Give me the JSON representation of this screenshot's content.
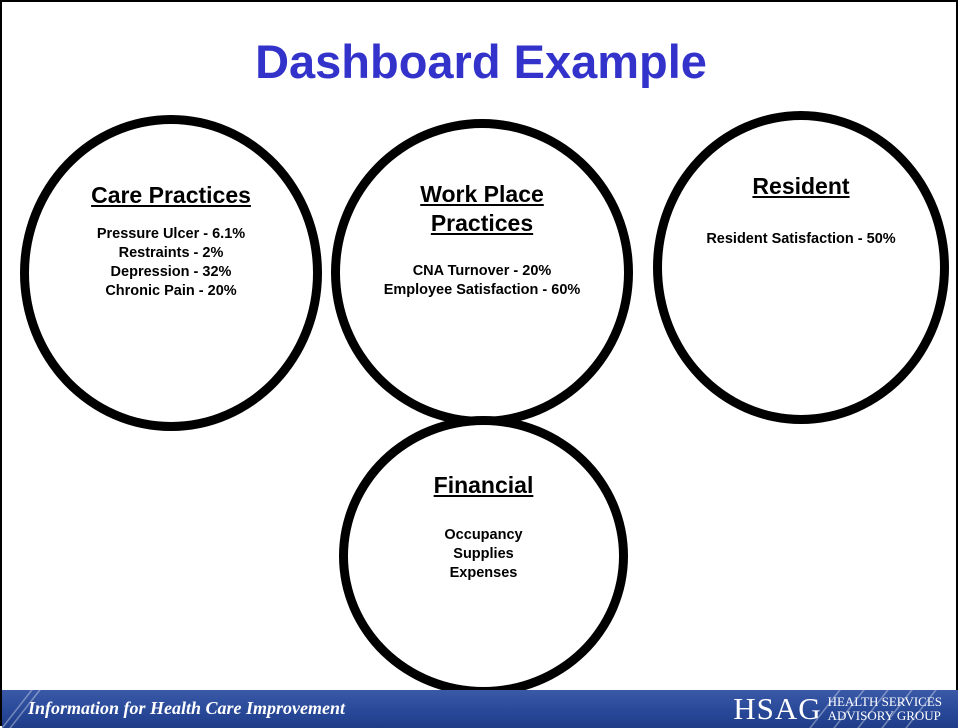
{
  "slide": {
    "title": "Dashboard Example",
    "circles": [
      {
        "heading": "Care Practices",
        "lines": [
          "Pressure Ulcer - 6.1%",
          "Restraints - 2%",
          "Depression - 32%",
          "Chronic Pain - 20%"
        ]
      },
      {
        "heading_line1": "Work Place",
        "heading_line2": "Practices",
        "lines": [
          "CNA Turnover - 20%",
          "Employee Satisfaction - 60%"
        ]
      },
      {
        "heading": "Resident",
        "lines": [
          "Resident Satisfaction - 50%"
        ]
      },
      {
        "heading": "Financial",
        "lines": [
          "Occupancy",
          "Supplies",
          "Expenses"
        ]
      }
    ]
  },
  "footer": {
    "tagline": "Information for Health Care Improvement",
    "logo_abbr": "HSAG",
    "logo_line1": "HEALTH SERVICES",
    "logo_line2": "ADVISORY GROUP"
  },
  "colors": {
    "title": "#3333cc",
    "footer_bar": "#2a4a9a",
    "circle_stroke": "#000000"
  }
}
